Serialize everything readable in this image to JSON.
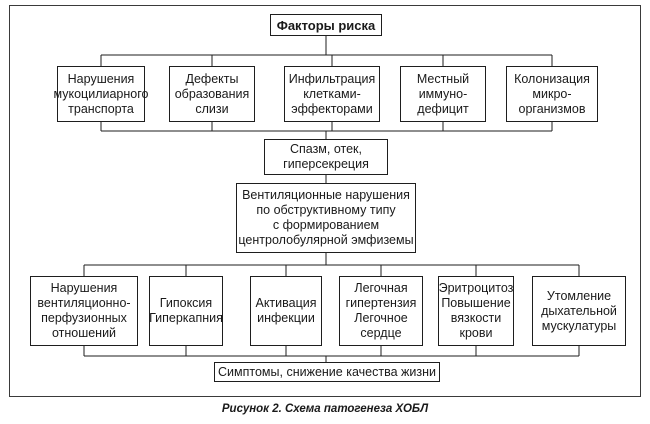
{
  "diagram": {
    "top": "Факторы риска",
    "factors": [
      "Нарушения\nмукоцилиарного\nтранспорта",
      "Дефекты\nобразования\nслизи",
      "Инфильтрация\nклетками-\nэффекторами",
      "Местный\nиммуно-\nдефицит",
      "Колонизация\nмикро-\nорганизмов"
    ],
    "middle": "Спазм, отек,\nгиперсекреция",
    "ventilation": "Вентиляционные нарушения\nпо обструктивному типу\nс формированием\nцентролобулярной эмфиземы",
    "consequences": [
      "Нарушения\nвентиляционно-\nперфузионных\nотношений",
      "Гипоксия\nГиперкапния",
      "Активация\nинфекции",
      "Легочная\nгипертензия\nЛегочное\nсердце",
      "Эритроцитоз\nПовышение\nвязкости\nкрови",
      "Утомление\nдыхательной\nмускулатуры"
    ],
    "bottom": "Симптомы, снижение качества жизни"
  },
  "caption": "Рисунок 2. Схема патогенеза ХОБЛ"
}
